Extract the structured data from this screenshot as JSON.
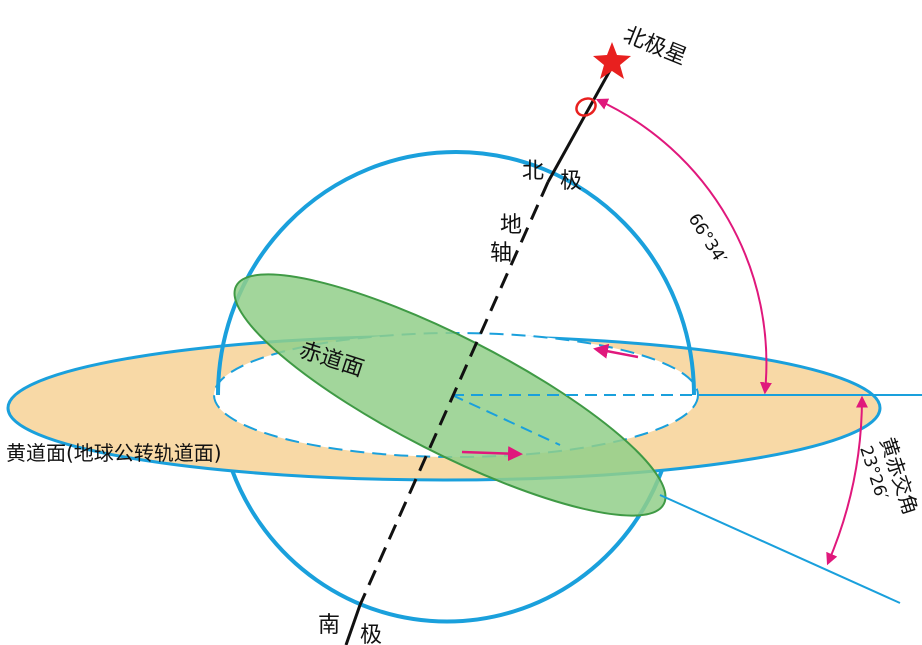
{
  "labels": {
    "polaris": "北极星",
    "north_bei": "北",
    "north_ji": "极",
    "axis_di": "地",
    "axis_zhou": "轴",
    "south_nan": "南",
    "south_ji": "极",
    "equatorial_plane": "赤道面",
    "ecliptic_plane": "黄道面(地球公转轨道面)",
    "angle_axis_ecliptic": "66°34′",
    "obliquity_name": "黄赤交角",
    "obliquity_value": "23°26′"
  },
  "colors": {
    "globe_outline": "#1aa0dc",
    "ecliptic_fill": "#f8d9a6",
    "equator_fill": "#92cf8a",
    "equator_stroke": "#3f9a45",
    "arrow": "#e0187c",
    "star": "#e8201f",
    "axis": "#111111"
  },
  "icons": {
    "polaris": "red-star-icon",
    "rotation": "rotation-ellipse-icon"
  }
}
